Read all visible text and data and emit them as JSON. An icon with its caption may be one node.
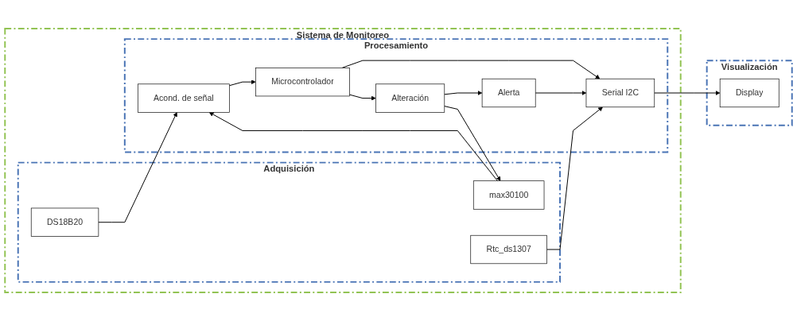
{
  "diagram": {
    "nodes": [
      {
        "text": [
          "Sistema de Monitoreo"
        ]
      },
      {
        "text": [
          "Adquisición"
        ],
        "in": 0
      },
      {
        "text": [
          "DS18B20"
        ],
        "in": 1
      },
      {
        "text": [
          "max30100"
        ],
        "in": 1
      },
      {
        "text": [
          "Rtc_ds1307"
        ],
        "in": 1
      },
      {
        "text": [
          "Procesamiento"
        ],
        "in": 0
      },
      {
        "text": [
          "Acond. de señal"
        ],
        "in": 5
      },
      {
        "text": [
          "Microcontrolador"
        ],
        "in": 5
      },
      {
        "text": [
          "Serial I2C"
        ],
        "in": 5
      },
      {
        "text": [
          "Alteración"
        ],
        "in": 5
      },
      {
        "text": [
          "Alerta"
        ],
        "in": 5
      },
      {
        "text": [
          "Visualización"
        ]
      },
      {
        "text": [
          "Display"
        ],
        "in": 11
      }
    ],
    "edges": [
      {
        "from": 2,
        "to": 6,
        "arrow": "to"
      },
      {
        "from": 3,
        "to": 6,
        "arrow": "to"
      },
      {
        "from": 6,
        "to": 7,
        "arrow": "to"
      },
      {
        "from": 7,
        "to": 8,
        "arrow": "to"
      },
      {
        "from": 7,
        "to": 9,
        "arrow": "to"
      },
      {
        "from": 9,
        "to": 3,
        "arrow": "to"
      },
      {
        "from": 9,
        "to": 10,
        "arrow": "to"
      },
      {
        "from": 10,
        "to": 8,
        "arrow": "to"
      },
      {
        "from": 4,
        "to": 8,
        "arrow": "to"
      },
      {
        "from": 8,
        "to": 12,
        "arrow": "to"
      }
    ]
  }
}
